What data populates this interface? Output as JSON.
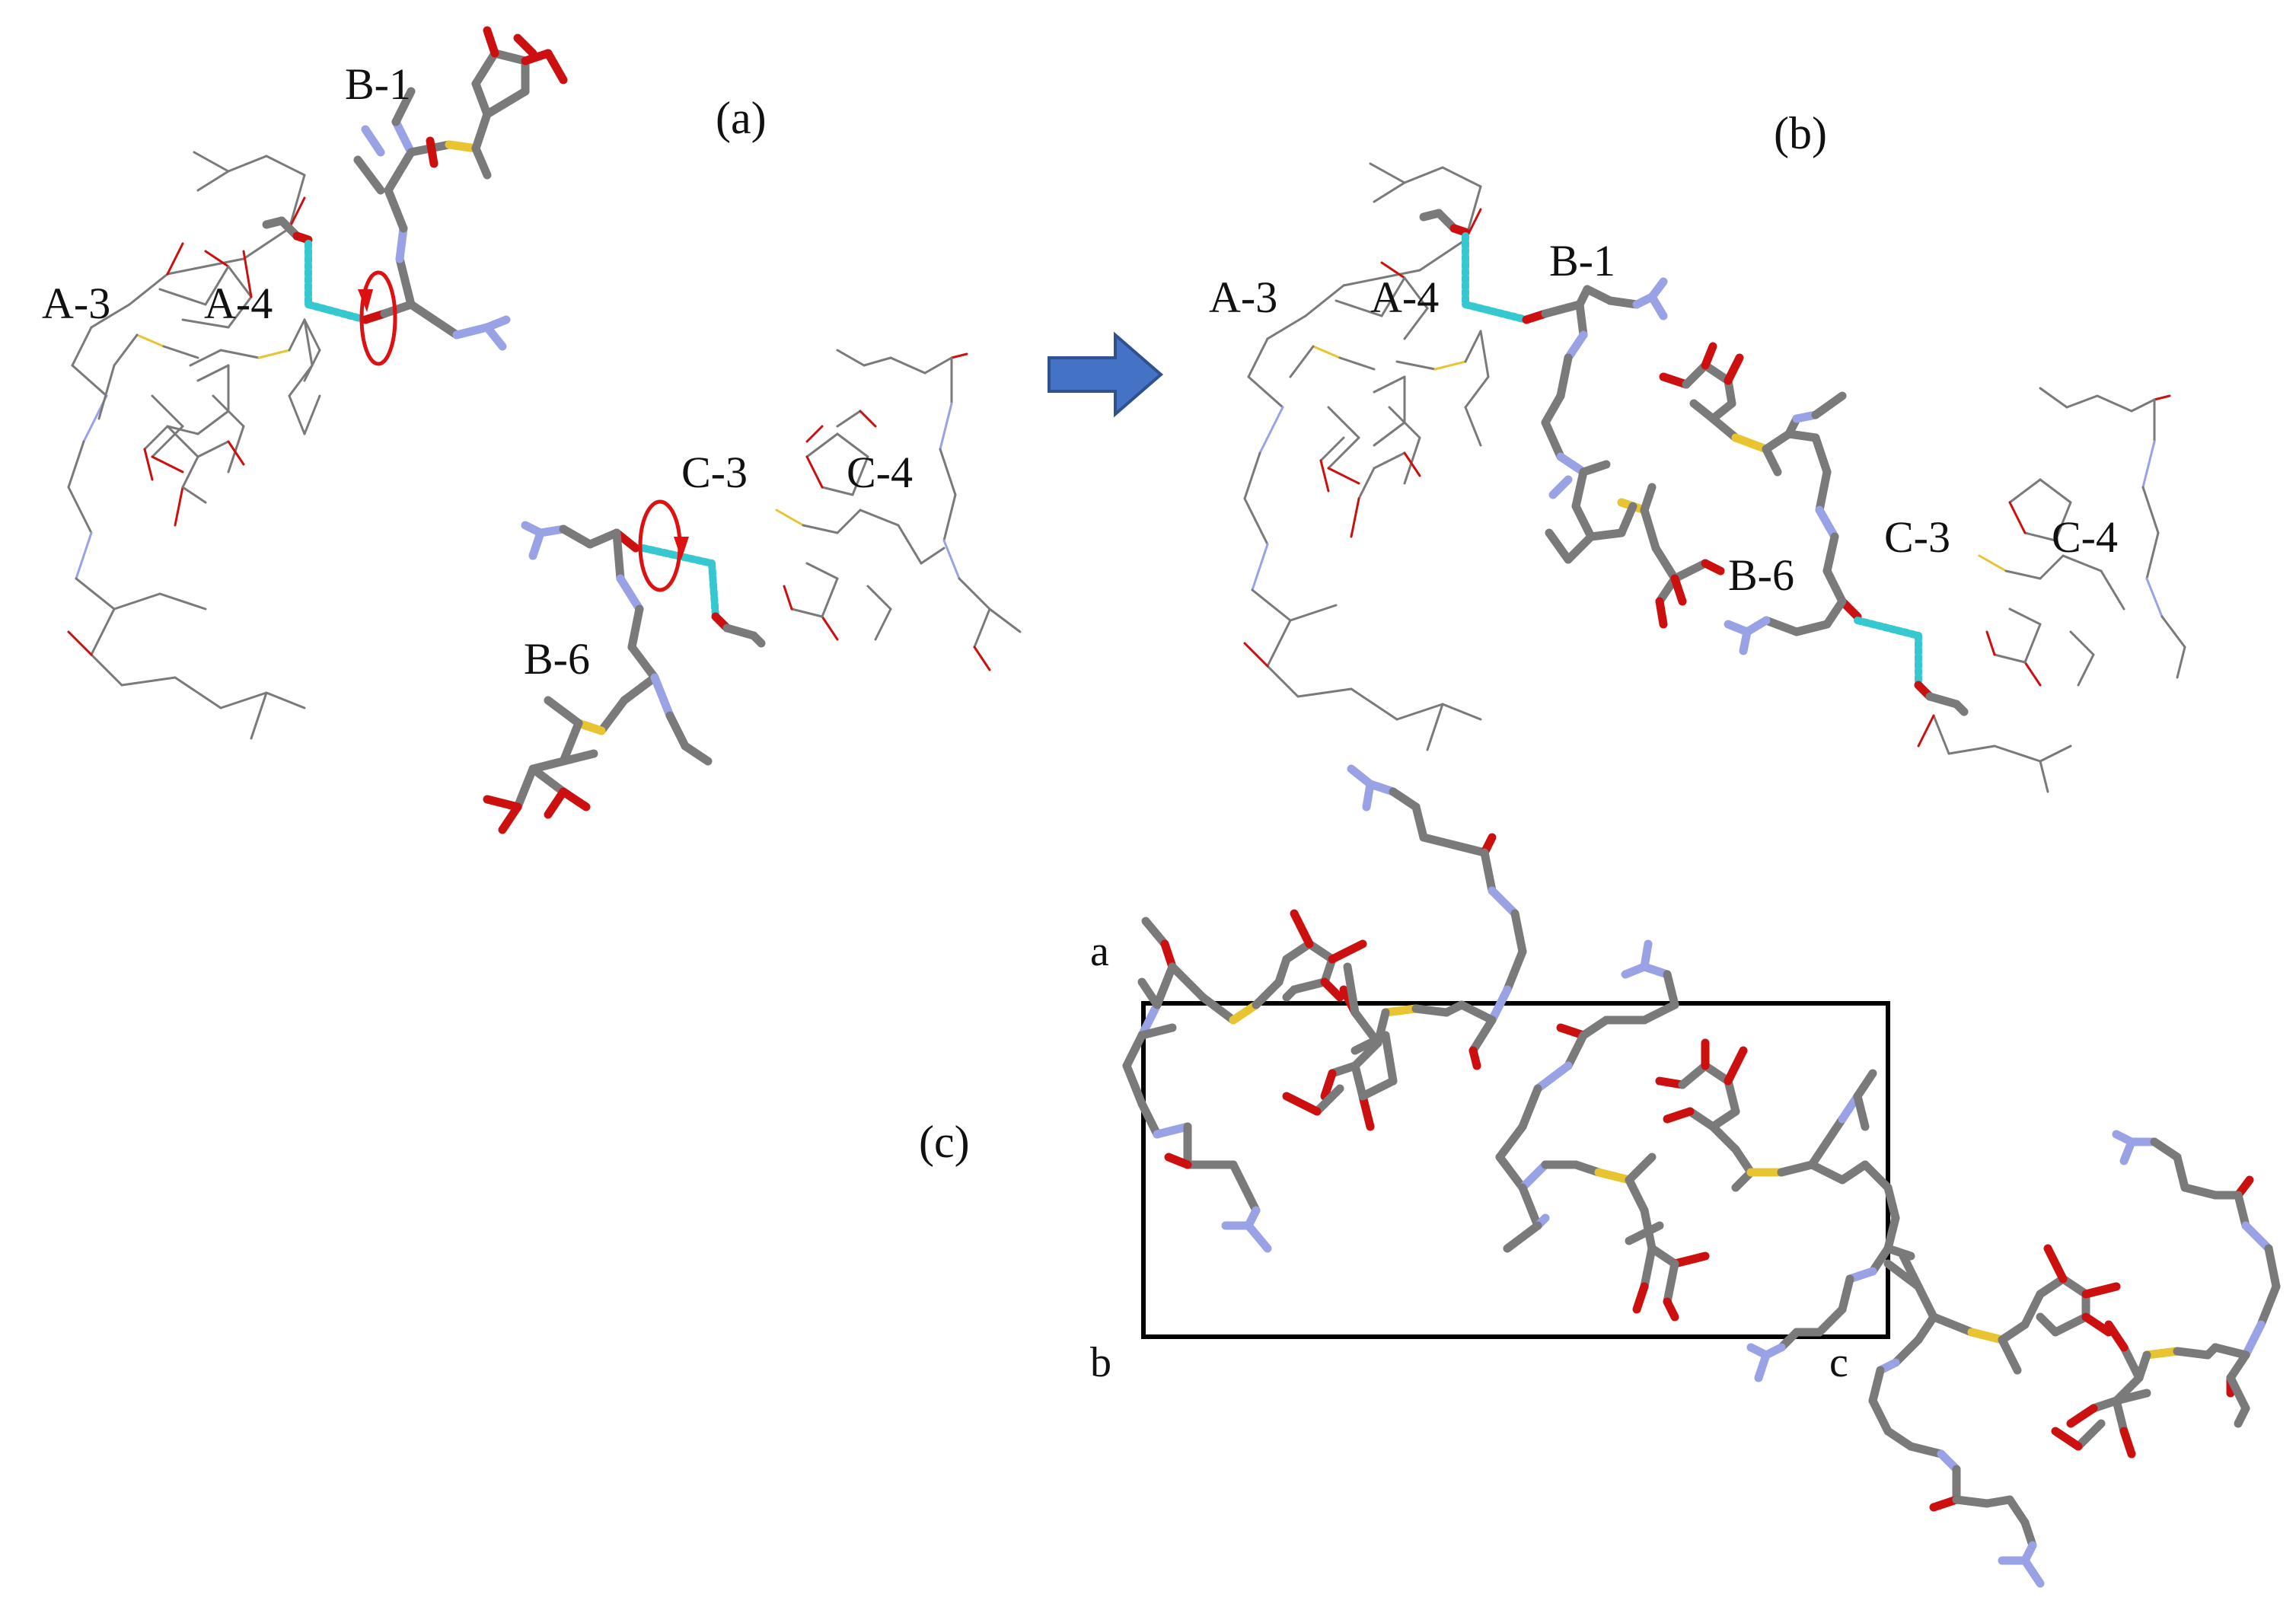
{
  "figure": {
    "panels": [
      {
        "id": "a",
        "label": "(a)"
      },
      {
        "id": "b",
        "label": "(b)"
      },
      {
        "id": "c",
        "label": "(c)"
      }
    ],
    "residue_labels": {
      "a": [
        "B-1",
        "A-3",
        "A-4",
        "C-3",
        "C-4",
        "B-6"
      ],
      "b": [
        "A-3",
        "A-4",
        "B-1",
        "C-3",
        "C-4",
        "B-6"
      ]
    },
    "axis_labels": [
      "a",
      "b",
      "c"
    ],
    "colors": {
      "carbon": "#7a7a7a",
      "nitrogen": "#9aa2e6",
      "oxygen": "#cc1010",
      "sulfur": "#e8c430",
      "hydrogen_bond": "#35c8d0",
      "rotation_marker": "#dd1111",
      "arrow": "#4472c4"
    },
    "icons": [
      "rotation-arrow-icon",
      "transition-arrow-icon"
    ]
  }
}
